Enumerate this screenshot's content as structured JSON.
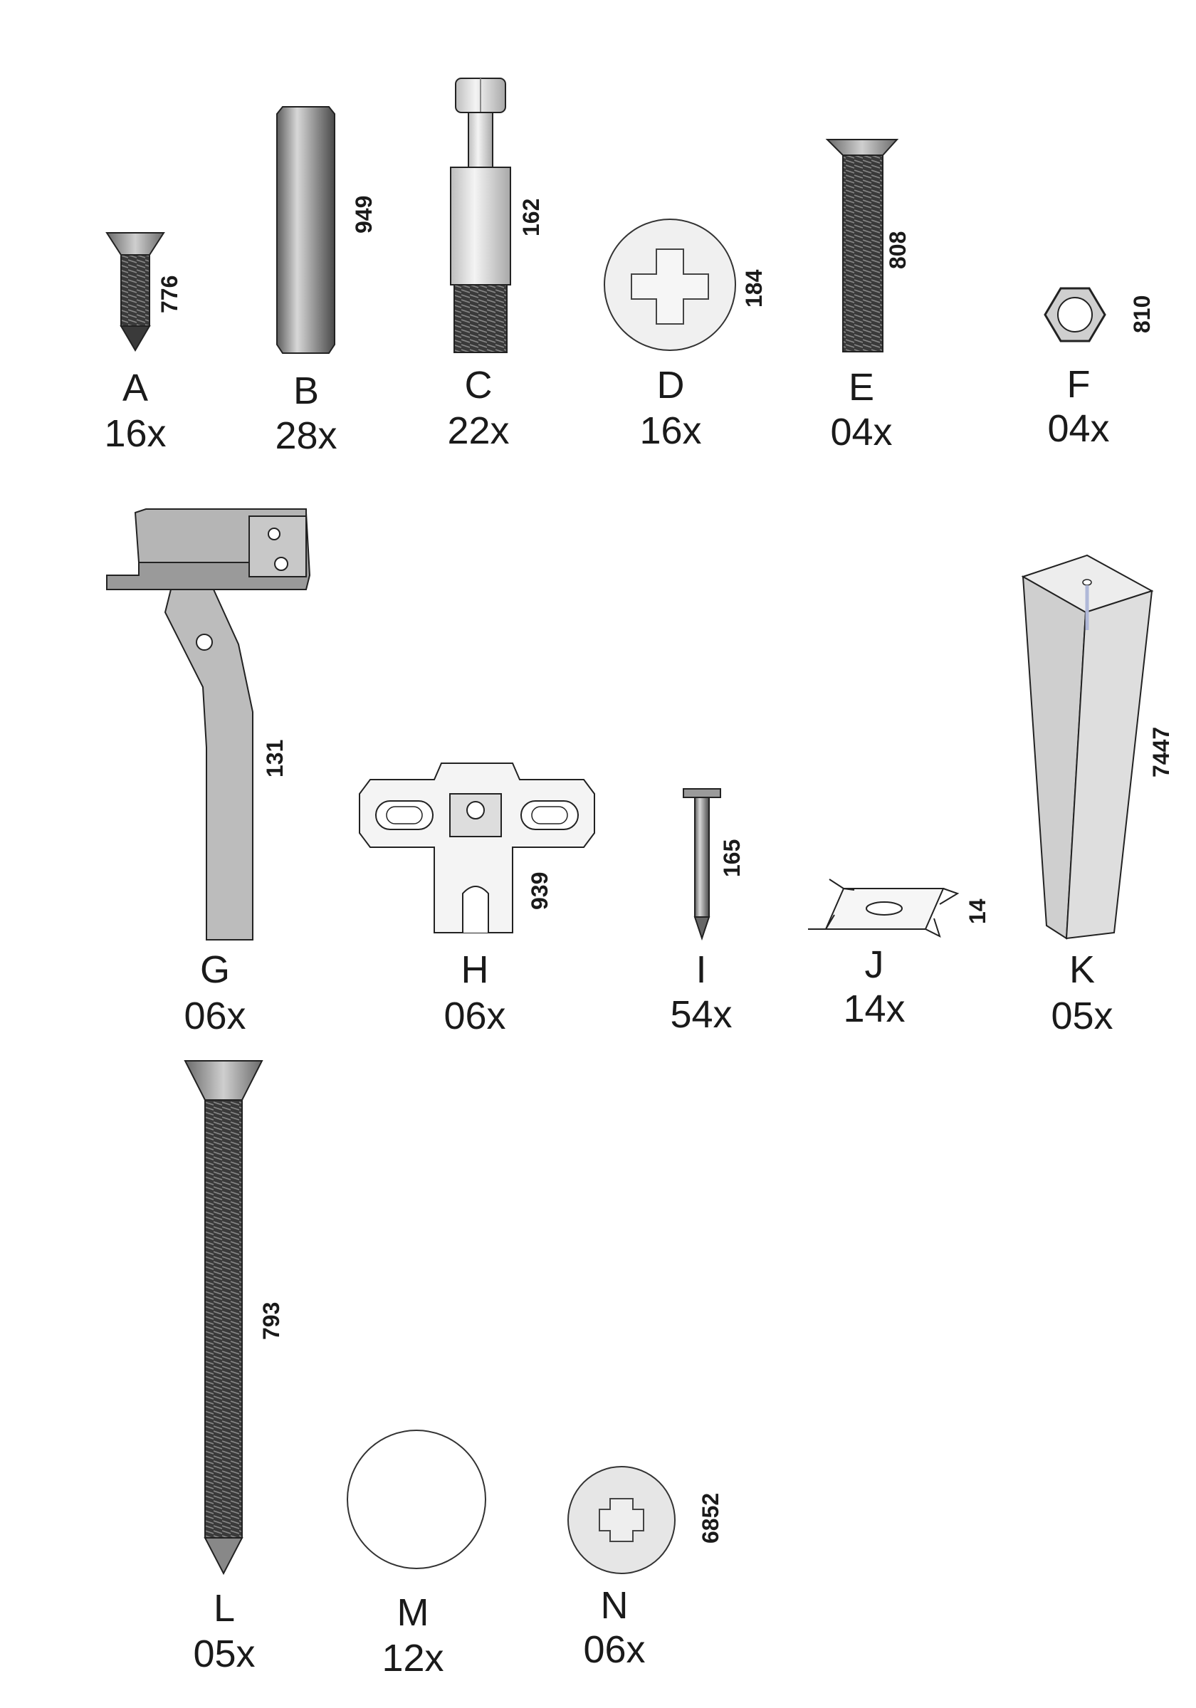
{
  "parts": [
    {
      "letter": "A",
      "qty": "16x",
      "code": "776"
    },
    {
      "letter": "B",
      "qty": "28x",
      "code": "949"
    },
    {
      "letter": "C",
      "qty": "22x",
      "code": "162"
    },
    {
      "letter": "D",
      "qty": "16x",
      "code": "184"
    },
    {
      "letter": "E",
      "qty": "04x",
      "code": "808"
    },
    {
      "letter": "F",
      "qty": "04x",
      "code": "810"
    },
    {
      "letter": "G",
      "qty": "06x",
      "code": "131"
    },
    {
      "letter": "H",
      "qty": "06x",
      "code": "939"
    },
    {
      "letter": "I",
      "qty": "54x",
      "code": "165"
    },
    {
      "letter": "J",
      "qty": "14x",
      "code": "14"
    },
    {
      "letter": "K",
      "qty": "05x",
      "code": "7447"
    },
    {
      "letter": "L",
      "qty": "05x",
      "code": "793"
    },
    {
      "letter": "M",
      "qty": "12x",
      "code": ""
    },
    {
      "letter": "N",
      "qty": "06x",
      "code": "6852"
    }
  ]
}
